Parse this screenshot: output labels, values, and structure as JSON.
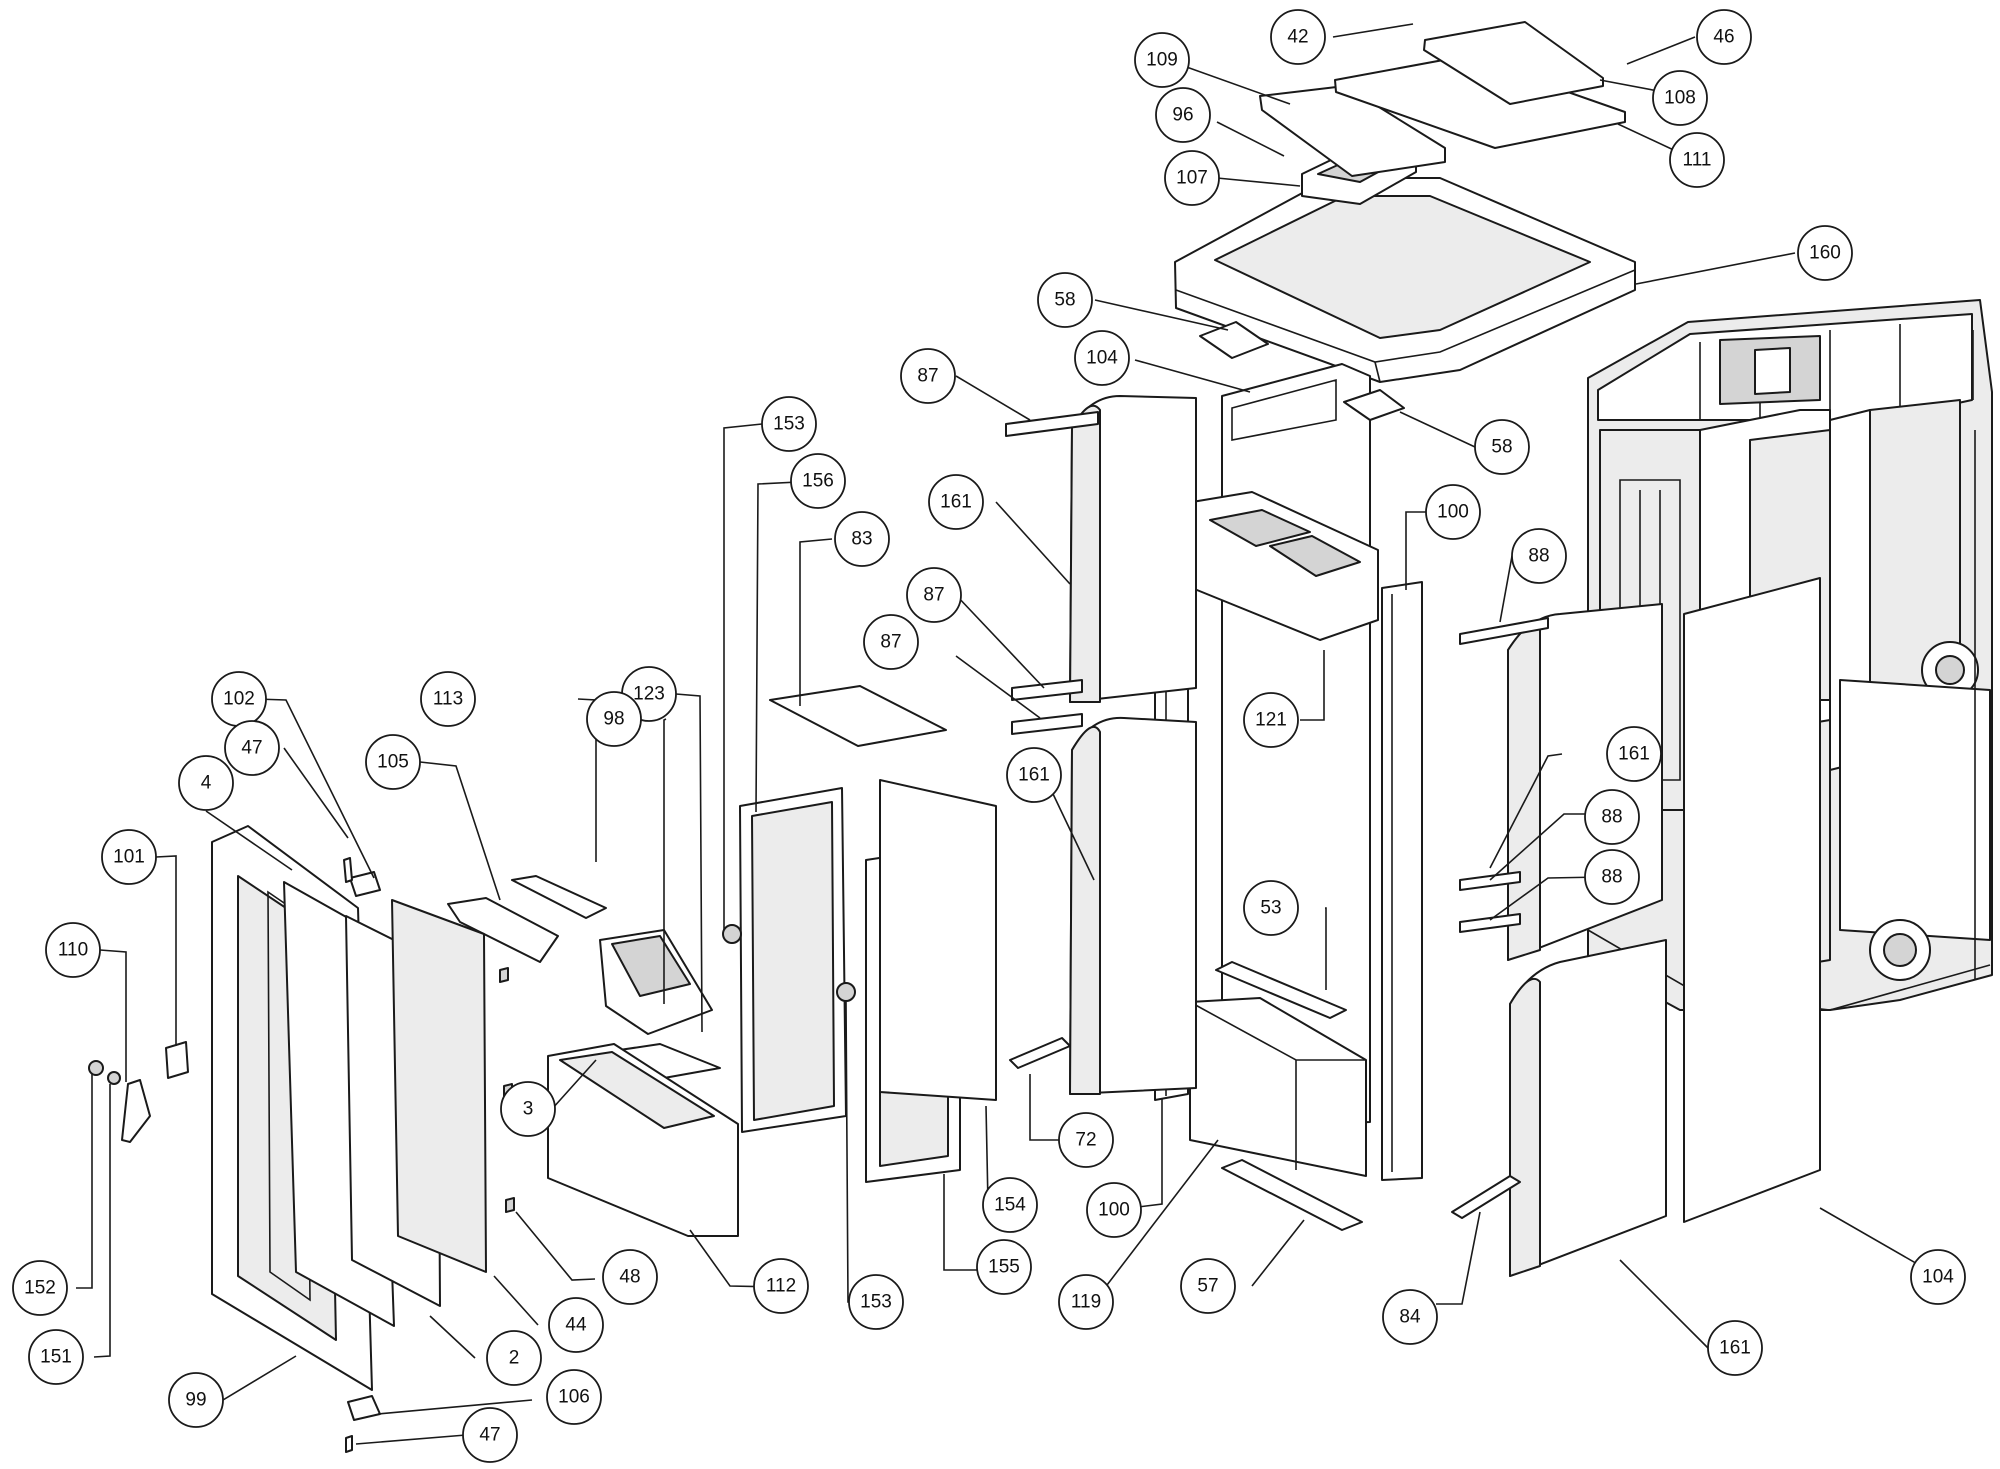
{
  "diagram": {
    "callouts": [
      {
        "id": "c42a",
        "text": "42"
      },
      {
        "id": "c46",
        "text": "46"
      },
      {
        "id": "c109",
        "text": "109"
      },
      {
        "id": "c108",
        "text": "108"
      },
      {
        "id": "c96",
        "text": "96"
      },
      {
        "id": "c111",
        "text": "111"
      },
      {
        "id": "c107",
        "text": "107"
      },
      {
        "id": "c160",
        "text": "160"
      },
      {
        "id": "c58a",
        "text": "58"
      },
      {
        "id": "c87a",
        "text": "87"
      },
      {
        "id": "c104a",
        "text": "104"
      },
      {
        "id": "c58b",
        "text": "58"
      },
      {
        "id": "c153a",
        "text": "153"
      },
      {
        "id": "c156",
        "text": "156"
      },
      {
        "id": "c161a",
        "text": "161"
      },
      {
        "id": "c100a",
        "text": "100"
      },
      {
        "id": "c83",
        "text": "83"
      },
      {
        "id": "c88a",
        "text": "88"
      },
      {
        "id": "c87b",
        "text": "87"
      },
      {
        "id": "c123",
        "text": "123"
      },
      {
        "id": "c87c",
        "text": "87"
      },
      {
        "id": "c113",
        "text": "113"
      },
      {
        "id": "c102",
        "text": "102"
      },
      {
        "id": "c98",
        "text": "98"
      },
      {
        "id": "c121",
        "text": "121"
      },
      {
        "id": "c47a",
        "text": "47"
      },
      {
        "id": "c105",
        "text": "105"
      },
      {
        "id": "c161b",
        "text": "161"
      },
      {
        "id": "c4",
        "text": "4"
      },
      {
        "id": "c161c",
        "text": "161"
      },
      {
        "id": "c88b",
        "text": "88"
      },
      {
        "id": "c101",
        "text": "101"
      },
      {
        "id": "c88c",
        "text": "88"
      },
      {
        "id": "c53",
        "text": "53"
      },
      {
        "id": "c110",
        "text": "110"
      },
      {
        "id": "c3",
        "text": "3"
      },
      {
        "id": "c72",
        "text": "72"
      },
      {
        "id": "c154",
        "text": "154"
      },
      {
        "id": "c100b",
        "text": "100"
      },
      {
        "id": "c155",
        "text": "155"
      },
      {
        "id": "c48",
        "text": "48"
      },
      {
        "id": "c112",
        "text": "112"
      },
      {
        "id": "c152",
        "text": "152"
      },
      {
        "id": "c57",
        "text": "57"
      },
      {
        "id": "c104b",
        "text": "104"
      },
      {
        "id": "c153b",
        "text": "153"
      },
      {
        "id": "c119",
        "text": "119"
      },
      {
        "id": "c84",
        "text": "84"
      },
      {
        "id": "c44",
        "text": "44"
      },
      {
        "id": "c2",
        "text": "2"
      },
      {
        "id": "c161d",
        "text": "161"
      },
      {
        "id": "c151",
        "text": "151"
      },
      {
        "id": "c99",
        "text": "99"
      },
      {
        "id": "c106",
        "text": "106"
      },
      {
        "id": "c47b",
        "text": "47"
      }
    ]
  }
}
